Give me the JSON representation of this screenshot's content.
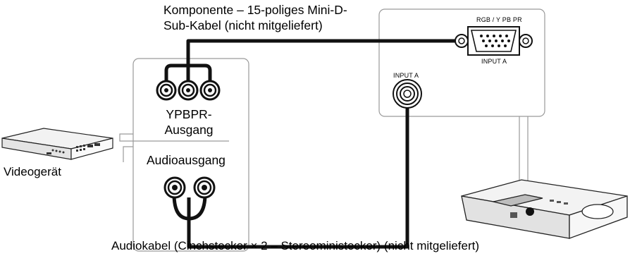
{
  "labels": {
    "component_cable": [
      "Komponente – 15-poliges Mini-D-",
      "Sub-Kabel (nicht mitgeliefert)"
    ],
    "ypbpr_output": [
      "YPBPR-",
      "Ausgang"
    ],
    "audio_output": "Audioausgang",
    "video_device": "Videogerät",
    "audio_cable": "Audiokabel (Cinchstecker × 2 – Stereoministecker) (nicht mitgeliefert)",
    "rgb_label": "RGB / Y PB PR",
    "input_a_top": "INPUT A",
    "input_a_left": "INPUT A"
  }
}
